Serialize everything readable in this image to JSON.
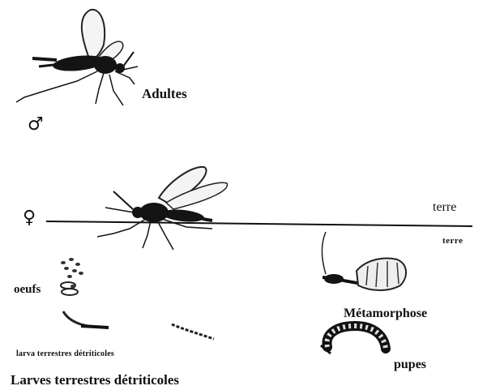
{
  "labels": {
    "adultes": "Adultes",
    "terre_upper": "terre",
    "terre_lower": "terre",
    "oeufs": "oeufs",
    "metamorphose": "Métamorphose",
    "larvae_small": "larva terrestres détriticoles",
    "larvae_large": "Larves terrestres détriticoles",
    "pupes": "pupes"
  },
  "symbols": {
    "male": "♂",
    "female": "♀"
  },
  "colors": {
    "ink": "#111111",
    "wing": "#f4f4f4",
    "background": "#ffffff"
  }
}
